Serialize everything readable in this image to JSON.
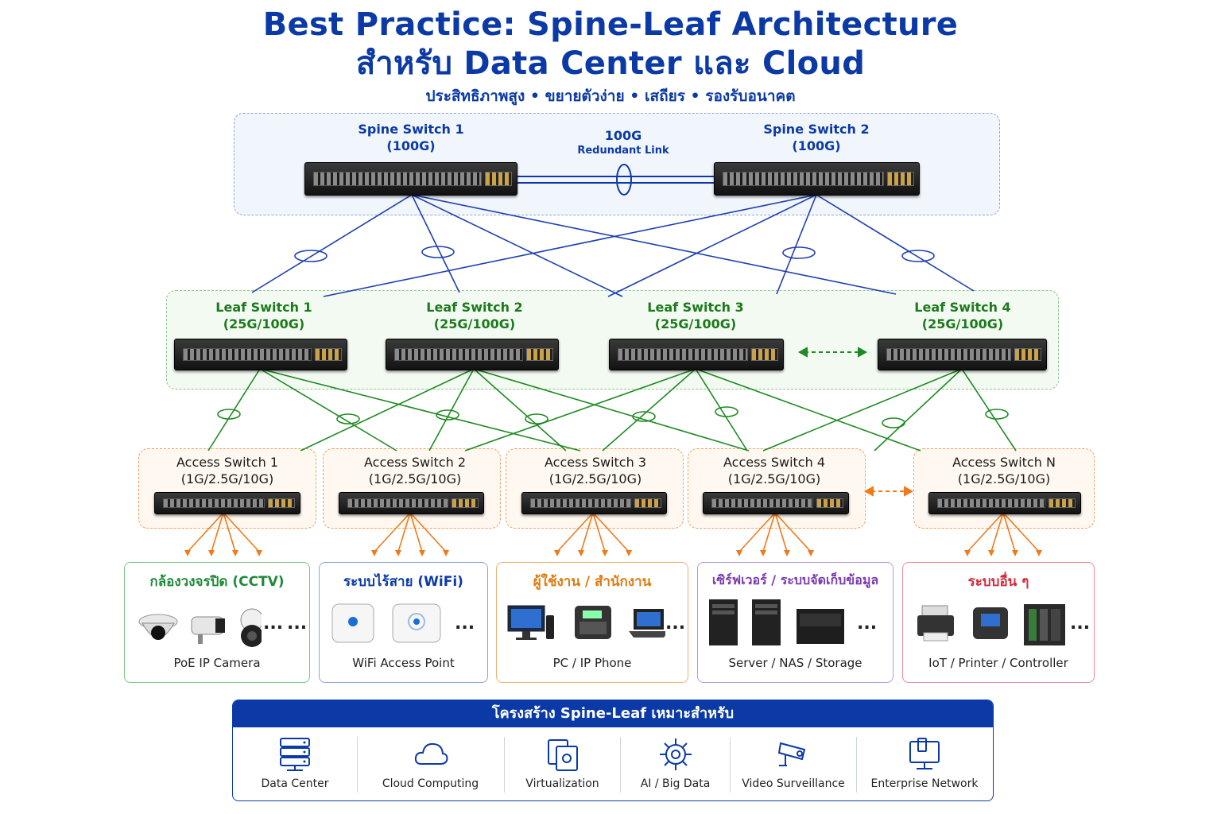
{
  "title_line1": "Best Practice: Spine-Leaf Architecture",
  "title_line2": "สำหรับ Data Center และ Cloud",
  "subtitle": "ประสิทธิภาพสูง • ขยายตัวง่าย • เสถียร • รองรับอนาคต",
  "spine": [
    {
      "name": "Spine Switch 1",
      "speed": "(100G)"
    },
    {
      "name": "Spine Switch 2",
      "speed": "(100G)"
    }
  ],
  "spine_link": {
    "speed": "100G",
    "label": "Redundant Link"
  },
  "leaf": [
    {
      "name": "Leaf Switch 1",
      "speed": "(25G/100G)"
    },
    {
      "name": "Leaf Switch 2",
      "speed": "(25G/100G)"
    },
    {
      "name": "Leaf Switch 3",
      "speed": "(25G/100G)"
    },
    {
      "name": "Leaf Switch 4",
      "speed": "(25G/100G)"
    }
  ],
  "access": [
    {
      "name": "Access Switch 1",
      "speed": "(1G/2.5G/10G)"
    },
    {
      "name": "Access Switch 2",
      "speed": "(1G/2.5G/10G)"
    },
    {
      "name": "Access Switch 3",
      "speed": "(1G/2.5G/10G)"
    },
    {
      "name": "Access Switch 4",
      "speed": "(1G/2.5G/10G)"
    },
    {
      "name": "Access Switch N",
      "speed": "(1G/2.5G/10G)"
    }
  ],
  "categories": [
    {
      "title": "กล้องวงจรปิด (CCTV)",
      "subtitle": "PoE IP Camera",
      "color": "#1f8a3a"
    },
    {
      "title": "ระบบไร้สาย (WiFi)",
      "subtitle": "WiFi Access Point",
      "color": "#0b3aa6"
    },
    {
      "title": "ผู้ใช้งาน / สำนักงาน",
      "subtitle": "PC / IP Phone",
      "color": "#e07a10"
    },
    {
      "title": "เซิร์ฟเวอร์ / ระบบจัดเก็บข้อมูล",
      "subtitle": "Server / NAS / Storage",
      "color": "#7a3ab0"
    },
    {
      "title": "ระบบอื่น ๆ",
      "subtitle": "IoT / Printer / Controller",
      "color": "#d42a3a"
    }
  ],
  "ellipsis": "...",
  "bottom": {
    "header": "โครงสร้าง Spine-Leaf เหมาะสำหรับ",
    "items": [
      {
        "label": "Data Center",
        "icon": "server-rack-icon"
      },
      {
        "label": "Cloud Computing",
        "icon": "cloud-icon"
      },
      {
        "label": "Virtualization",
        "icon": "virtualization-icon"
      },
      {
        "label": "AI / Big Data",
        "icon": "ai-chip-icon"
      },
      {
        "label": "Video Surveillance",
        "icon": "cctv-icon"
      },
      {
        "label": "Enterprise Network",
        "icon": "enterprise-network-icon"
      }
    ]
  },
  "colors": {
    "spine": "#0b3aa6",
    "leaf": "#1c7a1c",
    "access_link": "#f07a1a",
    "title": "#0b3aa6"
  }
}
